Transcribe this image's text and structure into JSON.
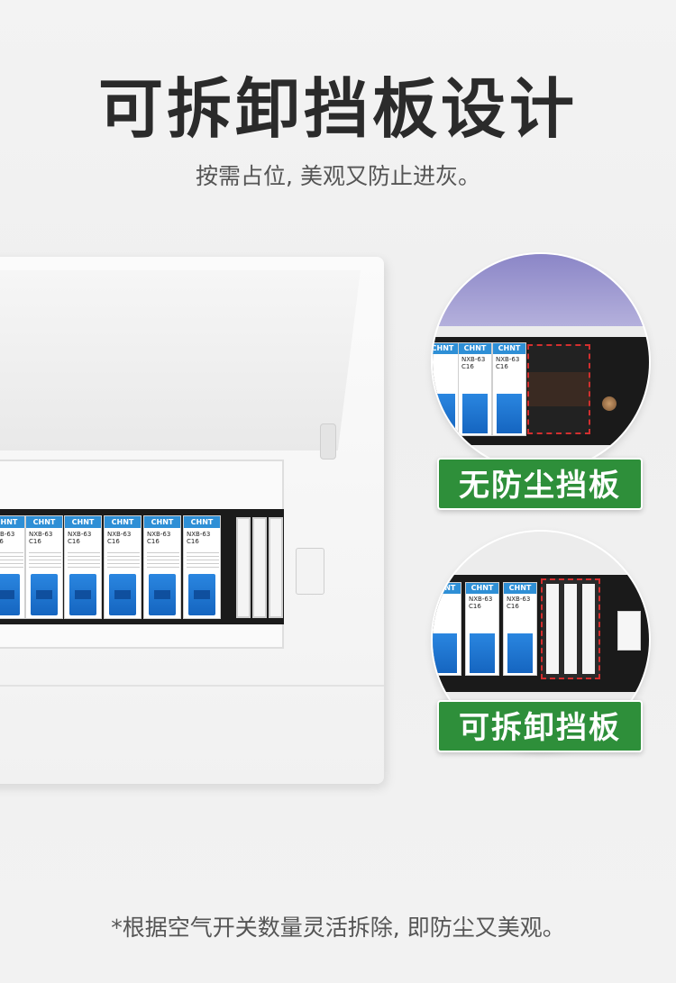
{
  "header": {
    "title": "可拆卸挡板设计",
    "subtitle": "按需占位, 美观又防止进灰。"
  },
  "callouts": [
    {
      "label": "无防尘挡板"
    },
    {
      "label": "可拆卸挡板"
    }
  ],
  "breaker": {
    "brand": "CHNT",
    "model_line1": "NXB-63",
    "model_line2": "C16"
  },
  "footnote": "*根据空气开关数量灵活拆除, 即防尘又美观。",
  "colors": {
    "label_green": "#2e8f3a",
    "breaker_blue": "#1f7ad6",
    "highlight_red": "#d32f2f"
  }
}
